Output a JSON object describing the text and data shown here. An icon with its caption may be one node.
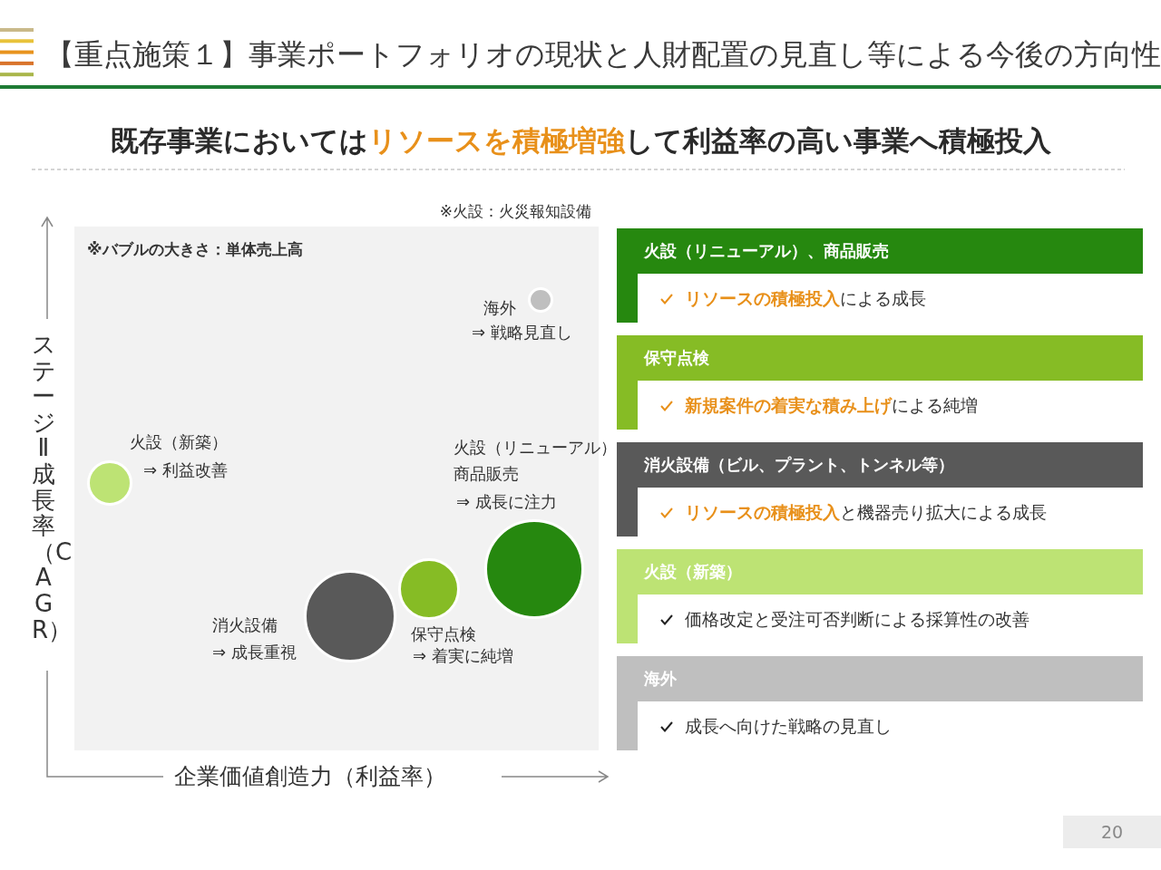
{
  "diagram": {
    "title": "【重点施策１】事業ポートフォリオの現状と人財配置の見直し等による今後の方向性",
    "nodes": [
      {
        "text": [
          "※バブルの大きさ：単体売上高"
        ]
      },
      {
        "text": [],
        "shape": "circle",
        "in": 0,
        "beside": [
          "海外",
          "⇒ 戦略見直し"
        ]
      },
      {
        "text": [],
        "shape": "circle",
        "in": 0,
        "beside": [
          "火設（新築）",
          "⇒ 利益改善"
        ]
      },
      {
        "text": [],
        "shape": "circle",
        "in": 0,
        "beside": [
          "火設（リニューアル）",
          "商品販売",
          "⇒ 成長に注力"
        ]
      },
      {
        "text": [],
        "shape": "circle",
        "in": 0,
        "beside": [
          "保守点検",
          "⇒ 着実に純増"
        ]
      },
      {
        "text": [],
        "shape": "circle",
        "in": 0,
        "beside": [
          "消火設備",
          "⇒ 成長重視"
        ]
      },
      {
        "text": [
          "火設（リニューアル）、商品販売",
          "**リソースの積極投入**による成長"
        ]
      },
      {
        "text": [
          "保守点検",
          "**新規案件の着実な積み上げ**による純増"
        ]
      },
      {
        "text": [
          "消火設備（ビル、プラント、トンネル等）",
          "**リソースの積極投入**と機器売り拡大による成長"
        ]
      },
      {
        "text": [
          "火設（新築）",
          "価格改定と受注可否判断による採算性の改善"
        ]
      },
      {
        "text": [
          "海外",
          "成長へ向けた戦略の見直し"
        ]
      }
    ],
    "labels": [
      "既存事業においては**リソースを積極増強**して利益率の高い事業へ積極投入",
      "※火設：火災報知設備",
      "ステージⅡ成長率（CAGR）",
      "企業価値創造力（利益率）",
      "20"
    ]
  }
}
